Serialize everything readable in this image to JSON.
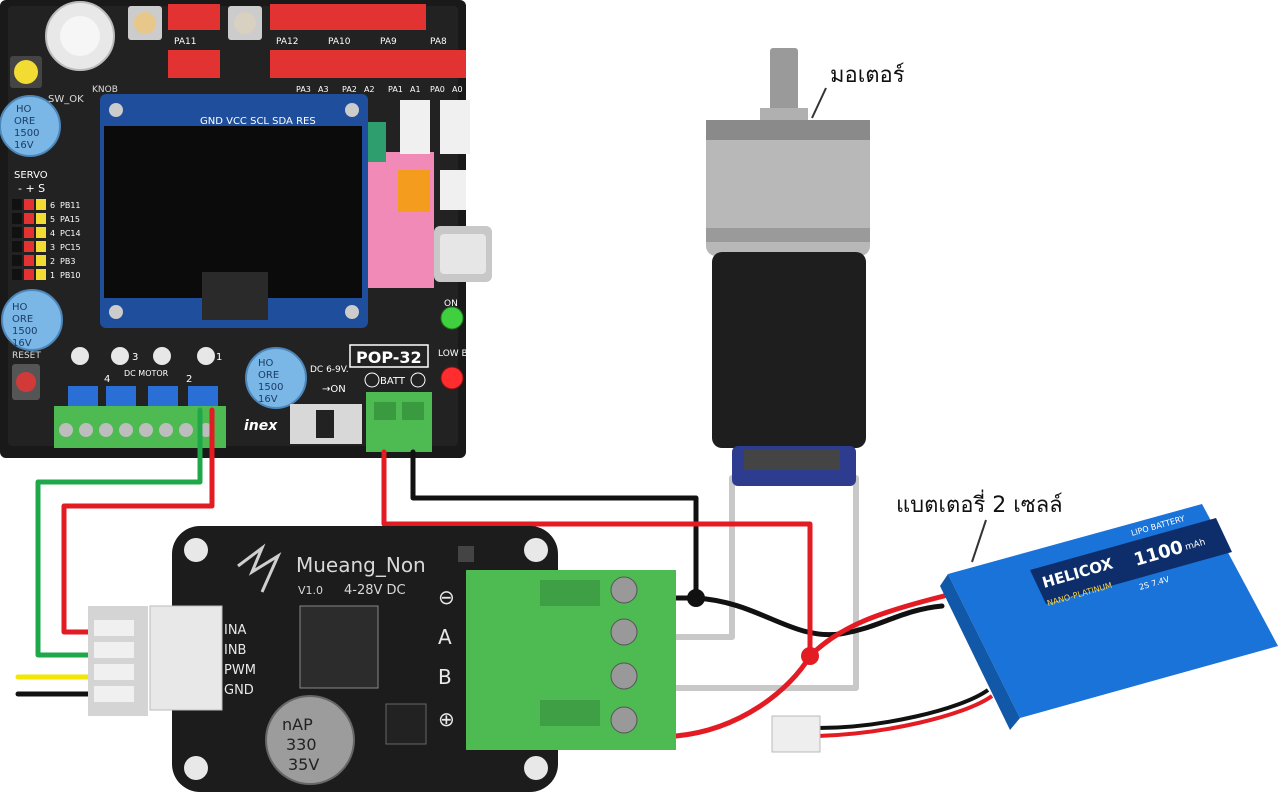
{
  "callouts": {
    "motor": "มอเตอร์",
    "battery": "แบตเตอรี่ 2 เซลล์"
  },
  "controller": {
    "model": "POP-32",
    "oled_pins": "GND VCC SCL SDA RES",
    "servo_label": "SERVO",
    "servo_header": "- + S",
    "servo_pins": [
      "PB11",
      "PA15",
      "PC14",
      "PC15",
      "PB3",
      "PB10"
    ],
    "servo_numbers": [
      "6",
      "5",
      "4",
      "3",
      "2",
      "1"
    ],
    "dc_motor_label": "DC MOTOR",
    "motor_channels": [
      "1",
      "2",
      "3",
      "4"
    ],
    "dc_input": "DC 6-9V.",
    "on_arrow": "→ON",
    "batt_label": "BATT",
    "on_label": "ON",
    "low_batt_label": "LOW BATT.",
    "brand": "inex",
    "sw_ok": "SW_OK",
    "knob": "KNOB",
    "reset": "RESET",
    "cap_text": [
      "HO",
      "ORE",
      "1500",
      "16V"
    ],
    "header_labels_top": [
      "PA11",
      "PA12",
      "PA10",
      "PA9",
      "PA8"
    ],
    "header_labels_mid": [
      "A0",
      "PA0",
      "A1",
      "PA1",
      "A2",
      "PA2",
      "A3",
      "PA3"
    ]
  },
  "driver": {
    "brand": "Mueang_Non",
    "version": "V1.0",
    "voltage": "4-28V DC",
    "pins": [
      "INA",
      "INB",
      "PWM",
      "GND"
    ],
    "terminals": [
      "⊖",
      "A",
      "B",
      "⊕"
    ],
    "cap_text": [
      "nAP",
      "330",
      "35V"
    ]
  },
  "battery": {
    "brand": "HELICOX",
    "line": "NANO-PLATINUM",
    "capacity": "1100",
    "unit": "mAh",
    "type": "LIPO BATTERY",
    "rating": "2S 7.4V"
  },
  "colors": {
    "wire_red": "#e31b23",
    "wire_black": "#111111",
    "wire_green": "#1fa84a",
    "wire_yellow": "#f3e600",
    "wire_gray": "#c8c8c8",
    "board_dark": "#1c1c1c",
    "terminal_green": "#4dba52",
    "battery_blue": "#1a73d8",
    "oled_blue": "#1f4e9c",
    "header_red": "#e23232"
  }
}
